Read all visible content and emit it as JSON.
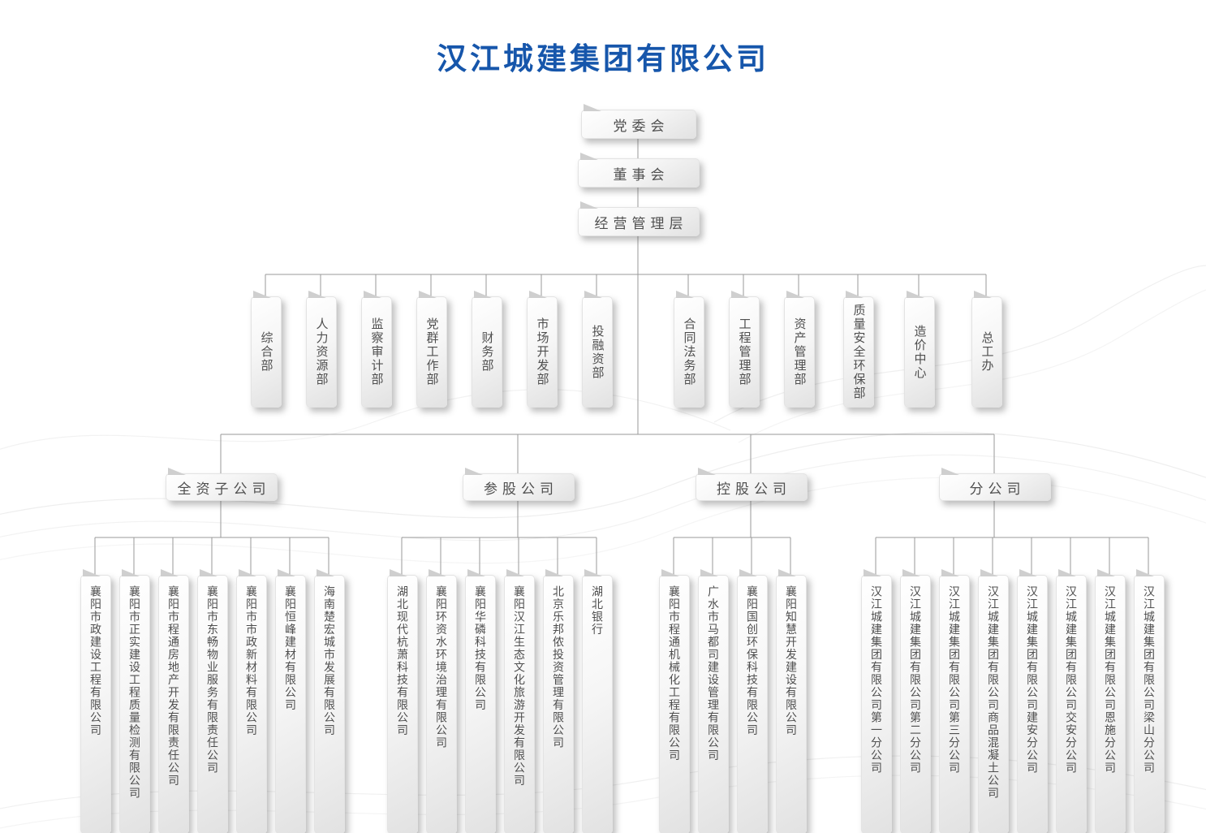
{
  "title": "汉江城建集团有限公司",
  "top_chain": [
    "党委会",
    "董事会",
    "经营管理层"
  ],
  "departments": [
    "综合部",
    "人力资源部",
    "监察审计部",
    "党群工作部",
    "财务部",
    "市场开发部",
    "投融资部",
    "合同法务部",
    "工程管理部",
    "资产管理部",
    "质量安全环保部",
    "造价中心",
    "总工办"
  ],
  "groups": [
    {
      "label": "全资子公司",
      "companies": [
        "襄阳市政建设工程有限公司",
        "襄阳市正实建设工程质量检测有限公司",
        "襄阳市程通房地产开发有限责任公司",
        "襄阳市东畅物业服务有限责任公司",
        "襄阳市市政新材料有限公司",
        "襄阳恒峰建材有限公司",
        "海南楚宏城市发展有限公司"
      ]
    },
    {
      "label": "参股公司",
      "companies": [
        "湖北现代杭萧科技有限公司",
        "襄阳环资水环境治理有限公司",
        "襄阳华磷科技有限公司",
        "襄阳汉江生态文化旅游开发有限公司",
        "北京乐邦侬投资管理有限公司",
        "湖北银行"
      ]
    },
    {
      "label": "控股公司",
      "companies": [
        "襄阳市程通机械化工程有限公司",
        "广水市马都司建设管理有限公司",
        "襄阳国创环保科技有限公司",
        "襄阳知慧开发建设有限公司"
      ]
    },
    {
      "label": "分公司",
      "companies": [
        "汉江城建集团有限公司第一分公司",
        "汉江城建集团有限公司第二分公司",
        "汉江城建集团有限公司第三分公司",
        "汉江城建集团有限公司商品混凝土公司",
        "汉江城建集团有限公司建安分公司",
        "汉江城建集团有限公司交安分公司",
        "汉江城建集团有限公司恩施分公司",
        "汉江城建集团有限公司梁山分公司"
      ]
    }
  ],
  "colors": {
    "title": "#1656ab",
    "line": "#9a9a9a",
    "box_text": "#4f4f4f"
  }
}
